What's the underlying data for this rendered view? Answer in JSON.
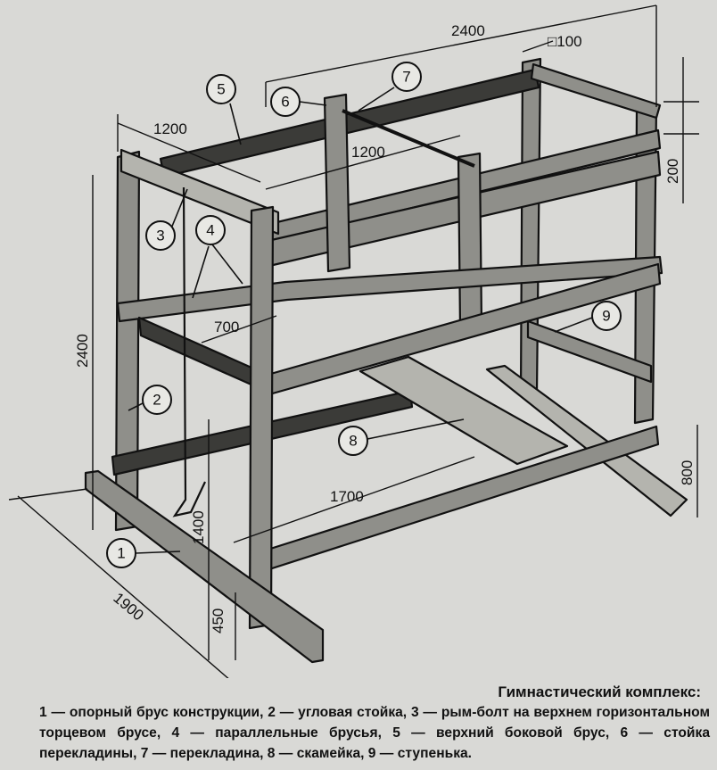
{
  "dimensions": {
    "top_length": "2400",
    "post_section": "□100",
    "upper_width": "1200",
    "crossbar_span": "1200",
    "crossbar_offset": "200",
    "total_height": "2400",
    "bars_width": "700",
    "step_height": "1400",
    "bench_length": "1700",
    "bench_height": "800",
    "base_length": "1900",
    "base_height": "450"
  },
  "callouts": [
    "1",
    "2",
    "3",
    "4",
    "5",
    "6",
    "7",
    "8",
    "9"
  ],
  "caption": {
    "title": "Гимнастический комплекс:",
    "body": "1 — опорный брус конструкции, 2 — угловая стойка, 3 — рым-болт на верхнем горизонтальном торцевом брусе, 4 — параллельные брусья, 5 — верхний боковой брус, 6 — стойка перекладины, 7 — перекладина, 8 — скамейка, 9 — ступенька."
  }
}
